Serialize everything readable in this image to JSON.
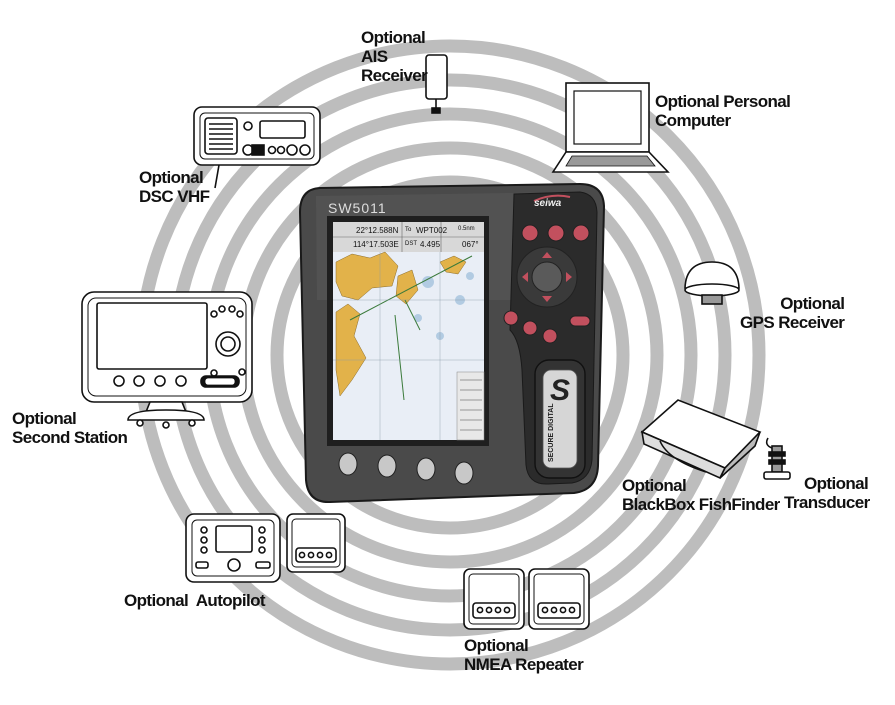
{
  "labels": {
    "ais": [
      "Optional",
      "AIS",
      "Receiver"
    ],
    "pc": [
      "Optional Personal",
      "Computer"
    ],
    "vhf": [
      "Optional",
      "DSC VHF"
    ],
    "gps": [
      "Optional",
      "GPS Receiver"
    ],
    "second_station": [
      "Optional",
      "Second Station"
    ],
    "fishfinder": [
      "Optional",
      "BlackBox FishFinder"
    ],
    "transducer": [
      "Optional",
      "Transducer"
    ],
    "autopilot": "Optional  Autopilot",
    "nmea": [
      "Optional",
      "NMEA Repeater"
    ]
  },
  "device": {
    "model": "SW5011",
    "brand": "seiwa",
    "sd_logo": "S",
    "sd_text": "SECURE DIGITAL",
    "screen": {
      "lat": "22°12.588N",
      "lon": "114°17.503E",
      "wpt_tag": "To",
      "wpt_name": "WPT002",
      "dst_tag": "DST",
      "dst_value": "4.495",
      "brg_value": "067°",
      "scale": "0.5nm"
    }
  },
  "colors": {
    "rings": "#bdbdbd",
    "case": "#4a4a4a",
    "case_dark": "#2b2b2b",
    "button_red": "#c2505e",
    "sea": "#e9eef6",
    "land": "#e2b24a"
  }
}
